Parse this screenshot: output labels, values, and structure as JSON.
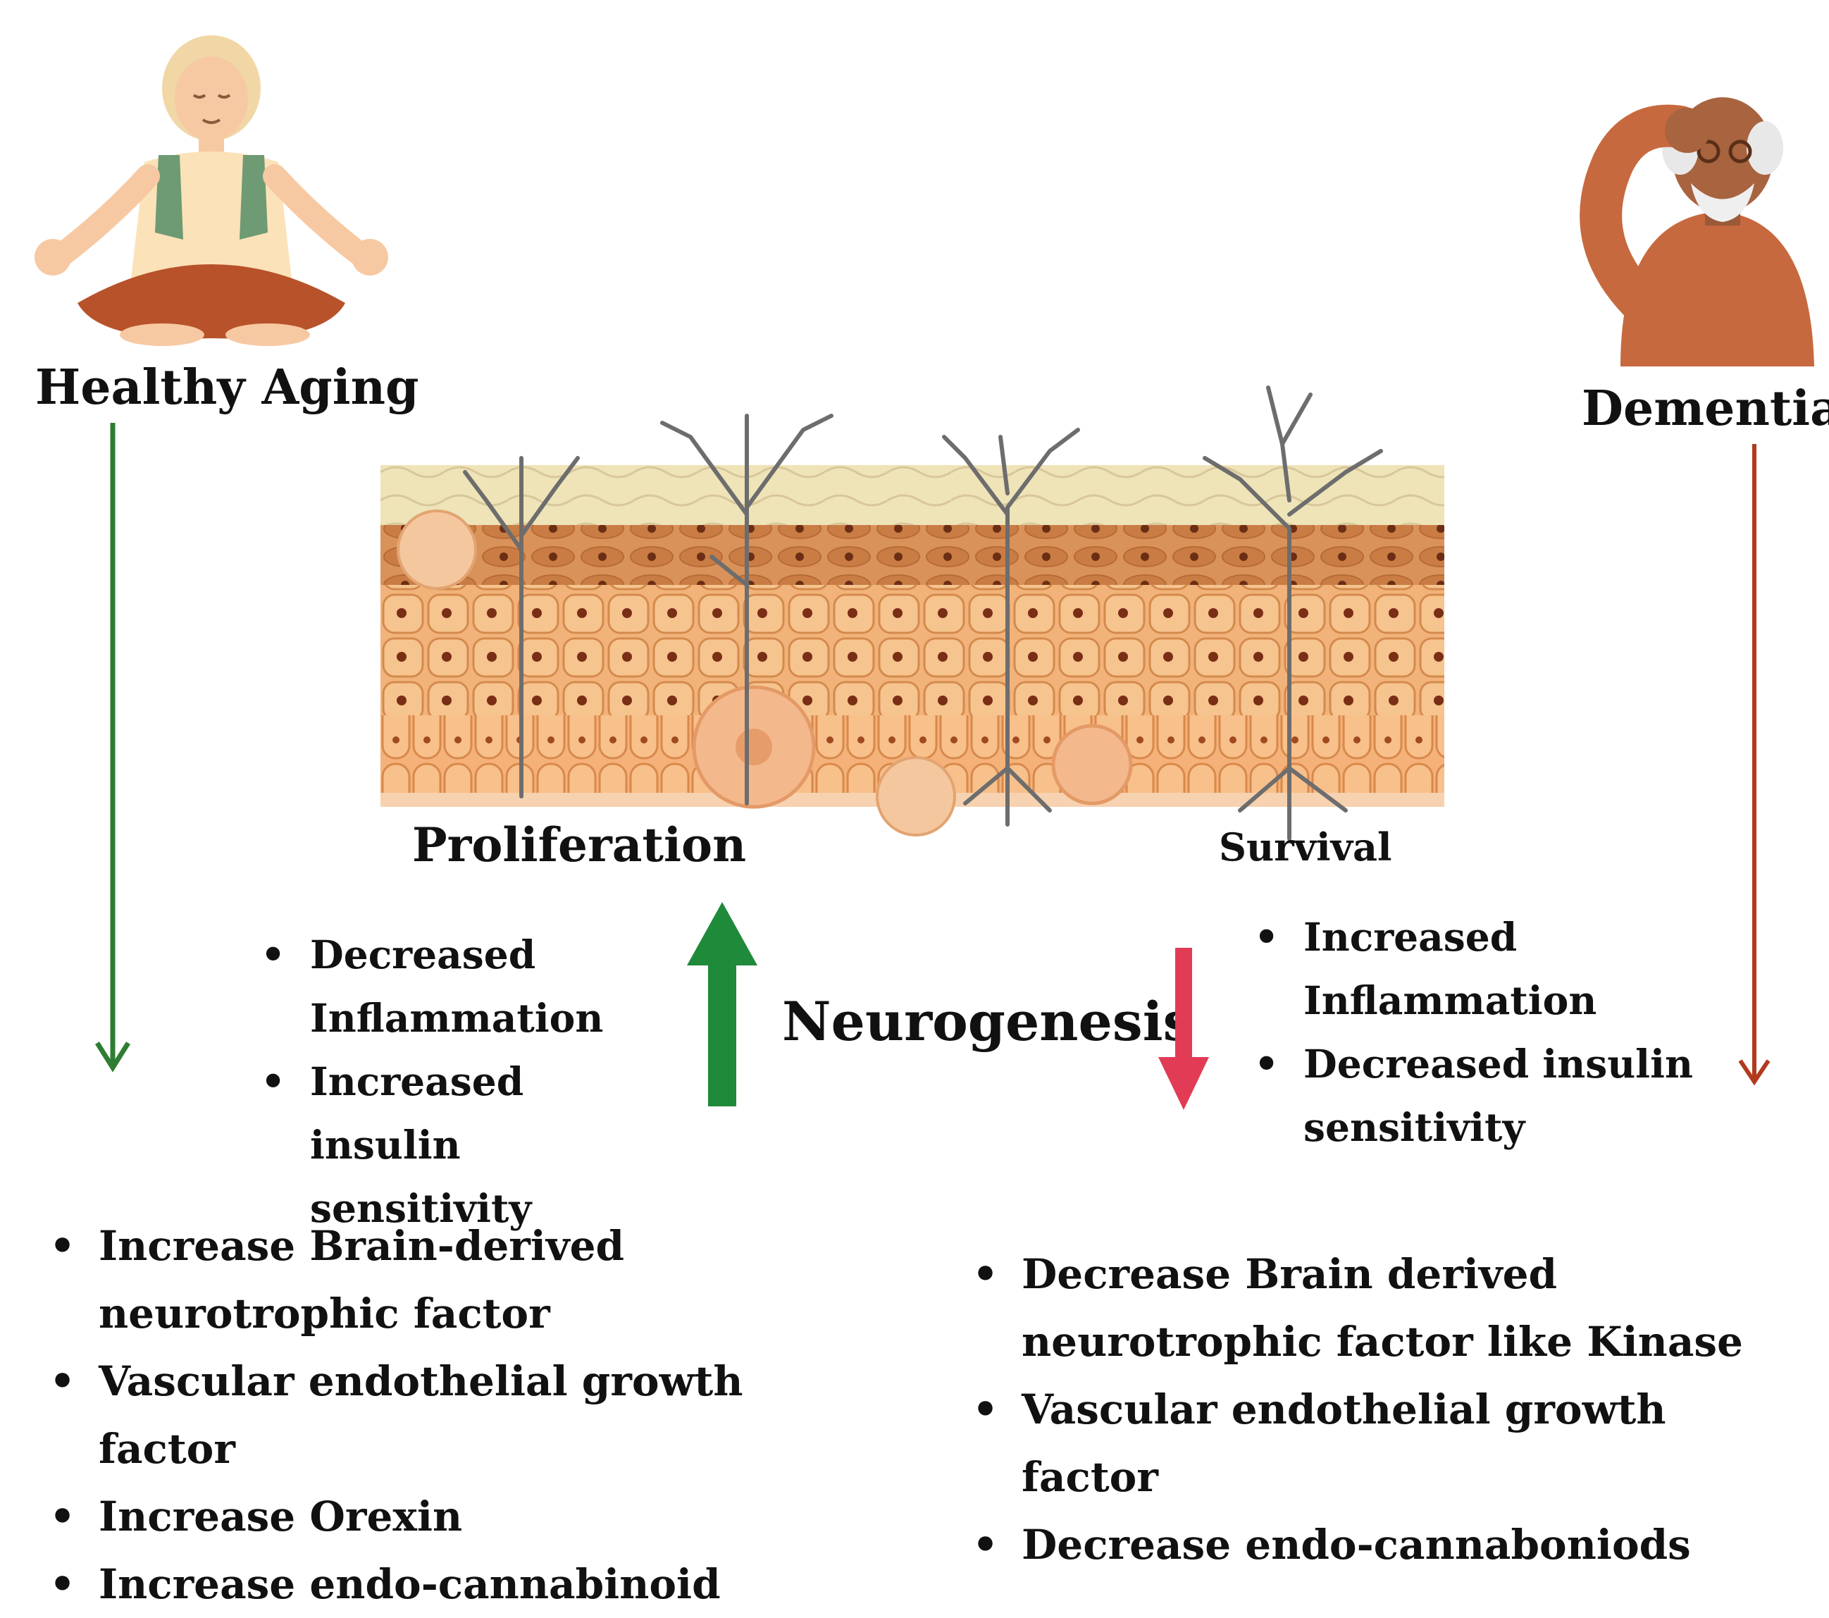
{
  "left": {
    "title": "Healthy Aging",
    "arrow_color": "#2e7d32",
    "effects": [
      "Decreased Inflammation",
      "Increased  insulin sensitivity"
    ],
    "factors": [
      "Increase Brain-derived neurotrophic factor",
      "Vascular endothelial growth factor",
      "Increase Orexin",
      "Increase endo-cannabinoid"
    ]
  },
  "right": {
    "title": "Dementia",
    "arrow_color": "#b23a1e",
    "effects": [
      "Increased Inflammation",
      "Decreased  insulin sensitivity"
    ],
    "factors": [
      "Decrease  Brain  derived  neurotrophic factor like Kinase",
      "Vascular endothelial growth factor",
      "Decrease endo-cannaboniods"
    ]
  },
  "center": {
    "proliferation_label": "Proliferation",
    "survival_label": "Survival",
    "neurogenesis_label": "Neurogenesis",
    "up_arrow_color": "#1f8a3a",
    "down_arrow_color": "#e23b55"
  },
  "icons": {
    "healthy_person": "meditating-person-icon",
    "dementia_person": "confused-elderly-person-icon",
    "tissue": "neural-tissue-illustration"
  }
}
